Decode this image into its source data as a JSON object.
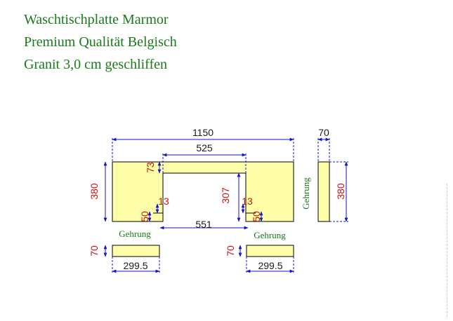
{
  "title": {
    "line1": "Waschtischplatte Marmor",
    "line2": "Premium Qualität Belgisch",
    "line3": "Granit 3,0 cm geschliffen"
  },
  "dimensions": {
    "overall_width": "1150",
    "inner_width": "525",
    "notch_depth": "73",
    "height_left": "380",
    "inner_height": "307",
    "left_step": "13",
    "right_step": "13",
    "left_foot": "50",
    "right_foot": "50",
    "bottom_width": "551",
    "side_depth": "70",
    "side_height": "380",
    "strip_left_height": "70",
    "strip_left_width": "299.5",
    "strip_right_height": "70",
    "strip_right_width": "299.5"
  },
  "labels": {
    "gehrung_left": "Gehrung",
    "gehrung_right": "Gehrung",
    "gehrung_side": "Gehrung"
  },
  "colors": {
    "title_green": "#1a7a1a",
    "dimension_blue": "#1414c8",
    "number_red": "#cc1010",
    "part_fill": "#ffffaa",
    "part_stroke": "#000000"
  }
}
